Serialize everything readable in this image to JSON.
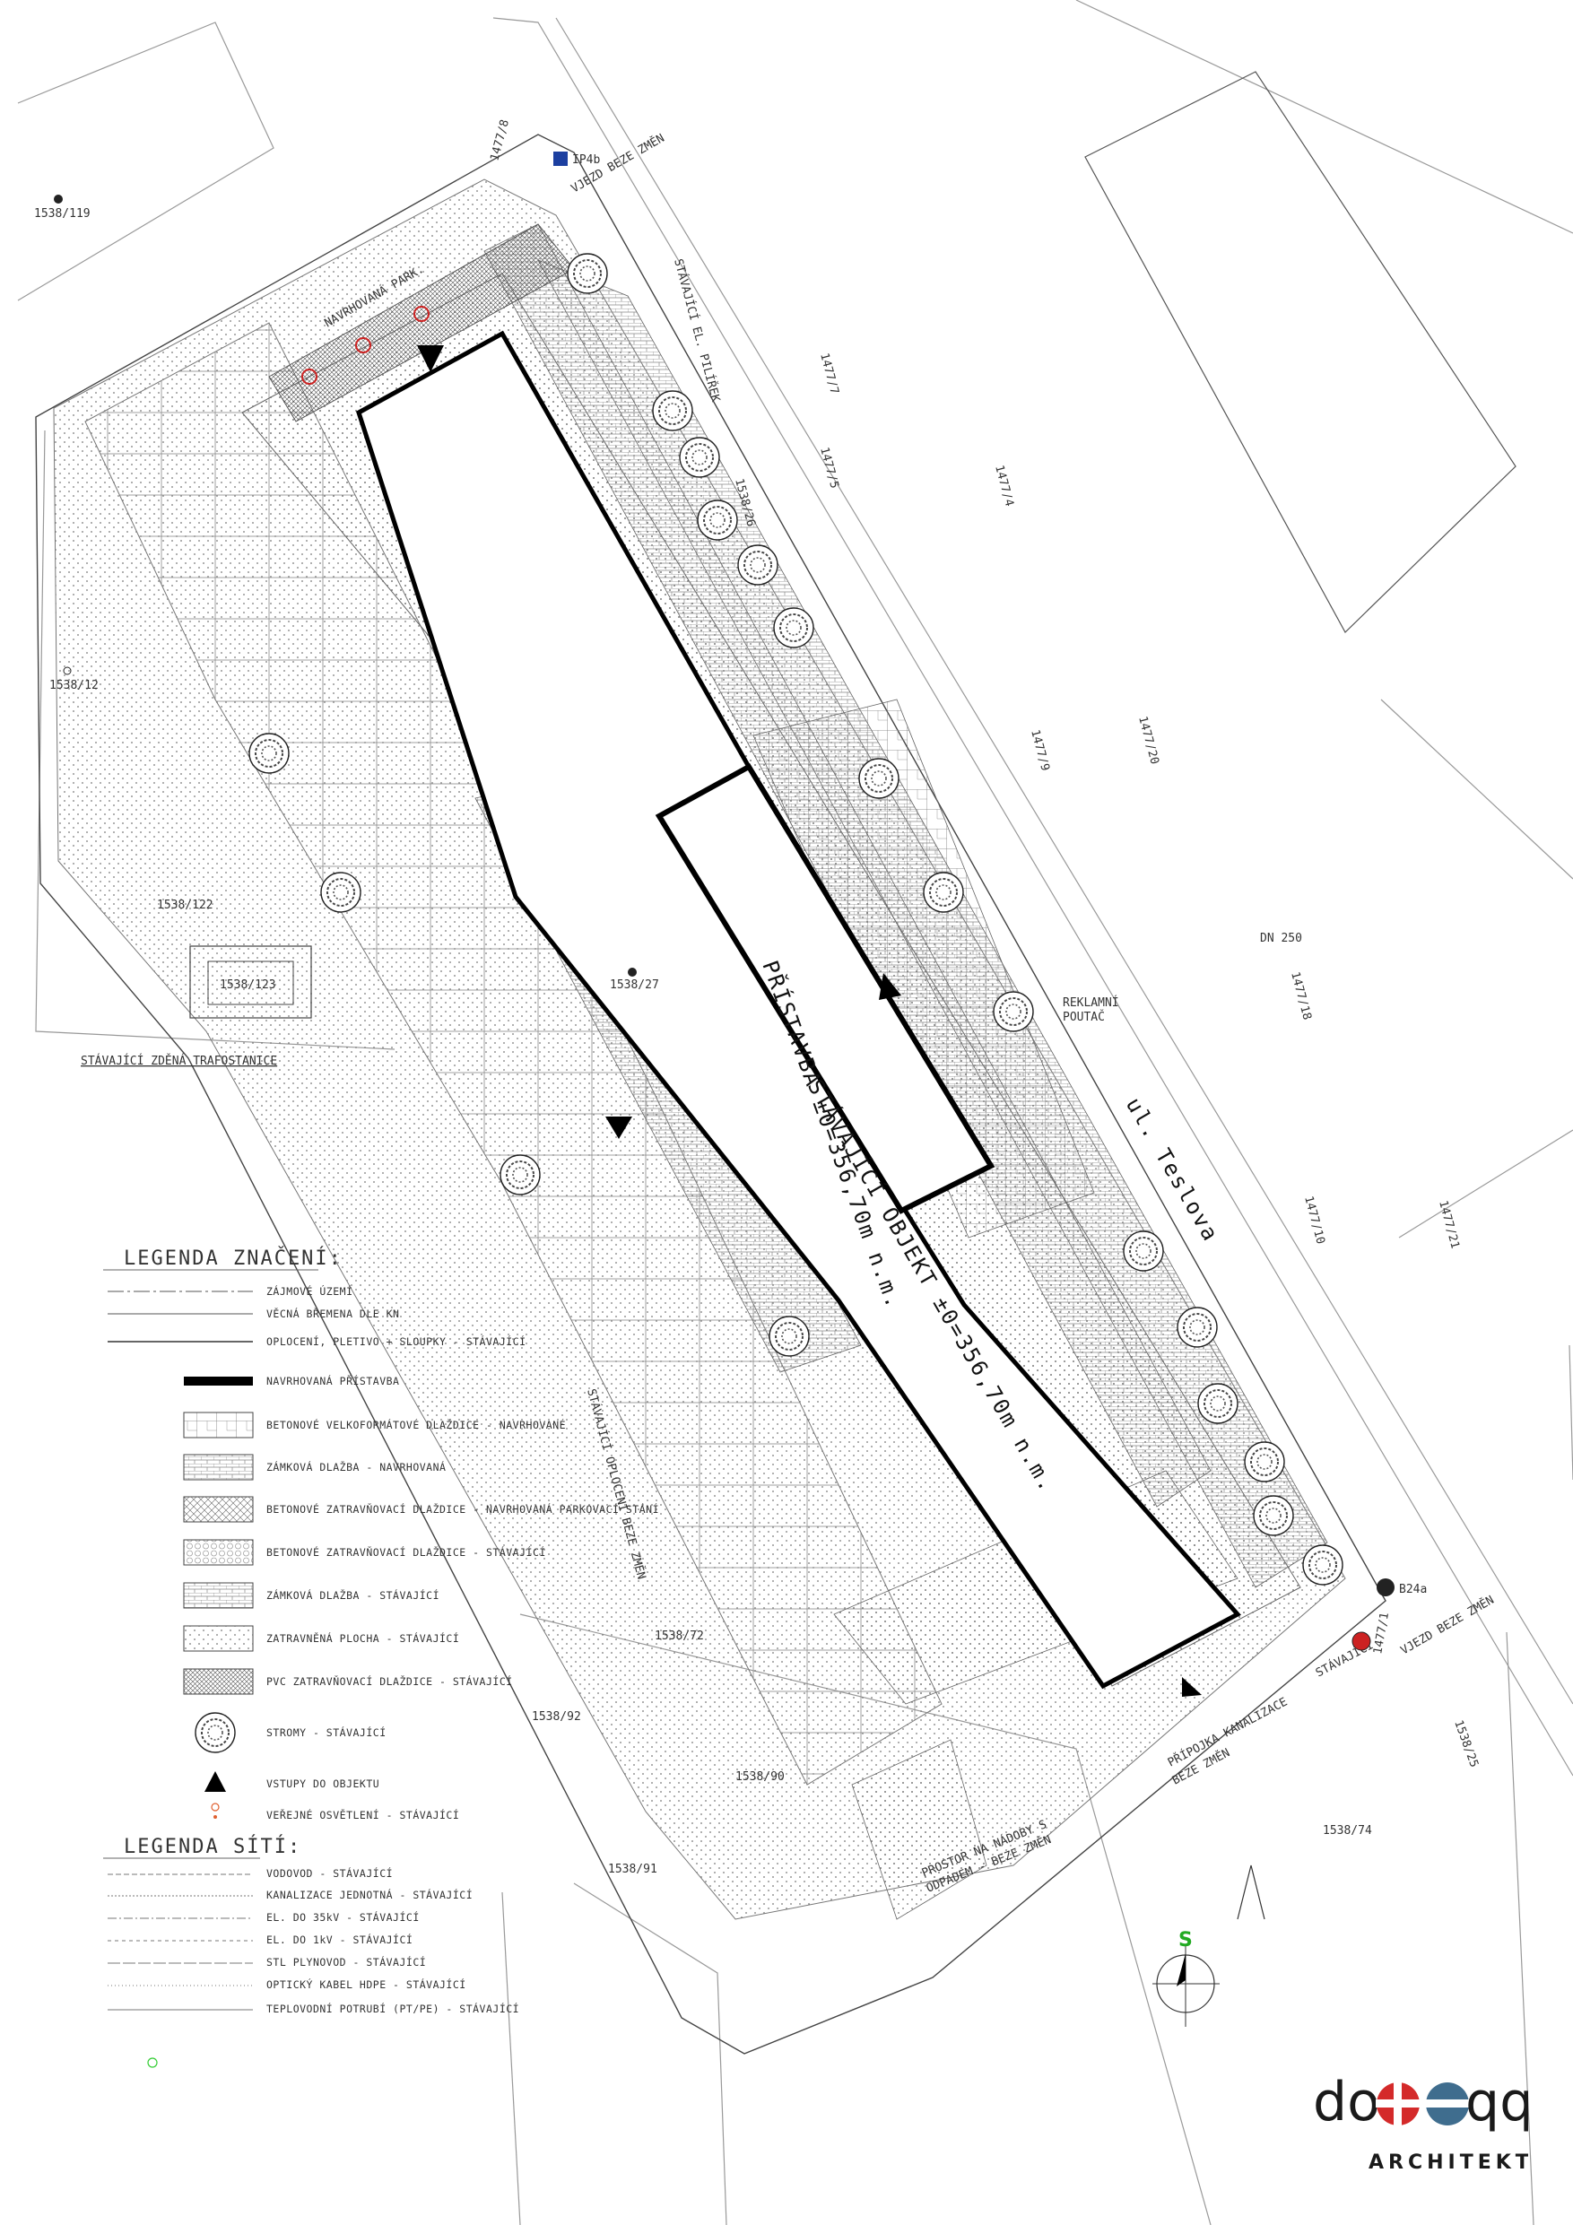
{
  "parcels": {
    "p1538_119": "1538/119",
    "p1538_12": "1538/12",
    "p1538_122": "1538/122",
    "p1538_123": "1538/123",
    "p1538_27": "1538/27",
    "p1538_72": "1538/72",
    "p1538_92": "1538/92",
    "p1538_90": "1538/90",
    "p1538_91": "1538/91",
    "p1538_74": "1538/74",
    "p1538_25": "1538/25",
    "p1538_26": "1538/26",
    "p1477_8": "1477/8",
    "p1477_7": "1477/7",
    "p1477_5": "1477/5",
    "p1477_4": "1477/4",
    "p1477_9": "1477/9",
    "p1477_20": "1477/20",
    "p1477_18": "1477/18",
    "p1477_10": "1477/10",
    "p1477_21": "1477/21",
    "p1477_1": "1477/1"
  },
  "annotations": {
    "stavajici_trafo": "STÁVAJÍCÍ ZDĚNÁ TRAFOSTANICE",
    "navrh_park": "NAVRHOVANÁ PARK.",
    "el_pilirek": "STÁVAJÍCÍ EL. PILÍŘEK",
    "vjezd_top": "VJEZD BEZE ZMĚN",
    "vjezd_bottom": "VJEZD BEZE ZMĚN",
    "code_ip4b": "IP4b",
    "code_b24a": "B24a",
    "reklamni": "REKLAMNÍ",
    "poutac": "POUTAČ",
    "dn250": "DN 250",
    "ulice": "ul. Teslova",
    "pristavba_line1": "PŘÍSTAVBA ±0=356,70m n.m.",
    "stavajici_objekt": "STÁVAJÍCÍ OBJEKT ±0=356,70m n.m.",
    "oploceni_beze": "STÁVAJÍCÍ OPLOCENÍ BEZE ZMĚN",
    "pripojka_1": "PŘÍPOJKA KANALIZACE",
    "pripojka_2": "BEZE ZMĚN",
    "prostor_1": "PROSTOR NA NÁDOBY S",
    "prostor_2": "ODPADEM - BEZE ZMĚN",
    "stavajici_short": "STÁVAJÍCÍ",
    "north": "S"
  },
  "legend": {
    "title": "LEGENDA ZNAČENÍ:",
    "items": [
      "ZÁJMOVÉ ÚZEMÍ",
      "VĚCNÁ BŘEMENA DLE KN",
      "OPLOCENÍ, PLETIVO + SLOUPKY - STÁVAJÍCÍ",
      "NAVRHOVANÁ PŘÍSTAVBA",
      "BETONOVÉ VELKOFORMÁTOVÉ DLAŽDICE  - NAVRHOVANÉ",
      "ZÁMKOVÁ DLAŽBA  - NAVRHOVANÁ",
      "BETONOVÉ ZATRAVŇOVACÍ DLAŽDICE  - NAVRHOVANÁ PARKOVACÍ STÁNÍ",
      "BETONOVÉ ZATRAVŇOVACÍ DLAŽDICE  - STÁVAJÍCÍ",
      "ZÁMKOVÁ DLAŽBA  - STÁVAJÍCÍ",
      "ZATRAVNĚNÁ PLOCHA - STÁVAJÍCÍ",
      "PVC ZATRAVŇOVACÍ DLAŽDICE  - STÁVAJÍCÍ",
      "STROMY  - STÁVAJÍCÍ",
      "VSTUPY DO OBJEKTU",
      "VEŘEJNÉ OSVĚTLENÍ - STÁVAJÍCÍ"
    ]
  },
  "legend_site": {
    "title": "LEGENDA SÍTÍ:",
    "items": [
      "VODOVOD - STÁVAJÍCÍ",
      "KANALIZACE JEDNOTNÁ - STÁVAJÍCÍ",
      "EL. DO 35kV - STÁVAJÍCÍ",
      "EL. DO 1kV - STÁVAJÍCÍ",
      "STL PLYNOVOD - STÁVAJÍCÍ",
      "OPTICKÝ KABEL HDPE - STÁVAJÍCÍ",
      "TEPLOVODNÍ POTRUBÍ (PT/PE) - STÁVAJÍCÍ"
    ]
  },
  "logo": {
    "word_left": "do",
    "word_right": "qq",
    "sub": "ARCHITEKTI",
    "red": "#d42a2a",
    "blue": "#3f6d8e"
  }
}
